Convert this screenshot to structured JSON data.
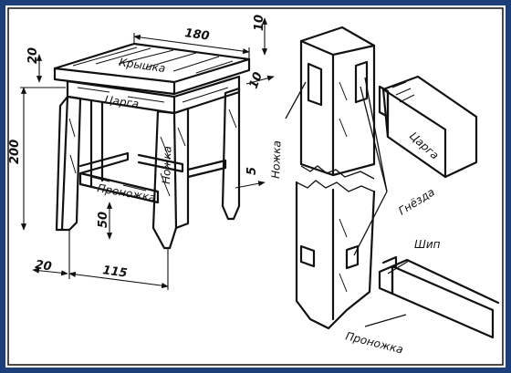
{
  "frame": {
    "border_color": "#1c3f7a"
  },
  "stool": {
    "labels": {
      "seat": "Крышка",
      "apron": "Царга",
      "leg": "Ножка",
      "rail": "Проножка"
    },
    "dimensions": {
      "width": "180",
      "seat_thickness": "20",
      "apron_height": "10",
      "height": "200",
      "rail_thickness": "5",
      "rail_height": "50",
      "leg_width": "20",
      "leg_spacing": "115"
    }
  },
  "joint": {
    "labels": {
      "leg": "Ножка",
      "apron": "Царга",
      "sockets": "Гнёзда",
      "tenon": "Шип",
      "rail": "Проножка"
    }
  }
}
